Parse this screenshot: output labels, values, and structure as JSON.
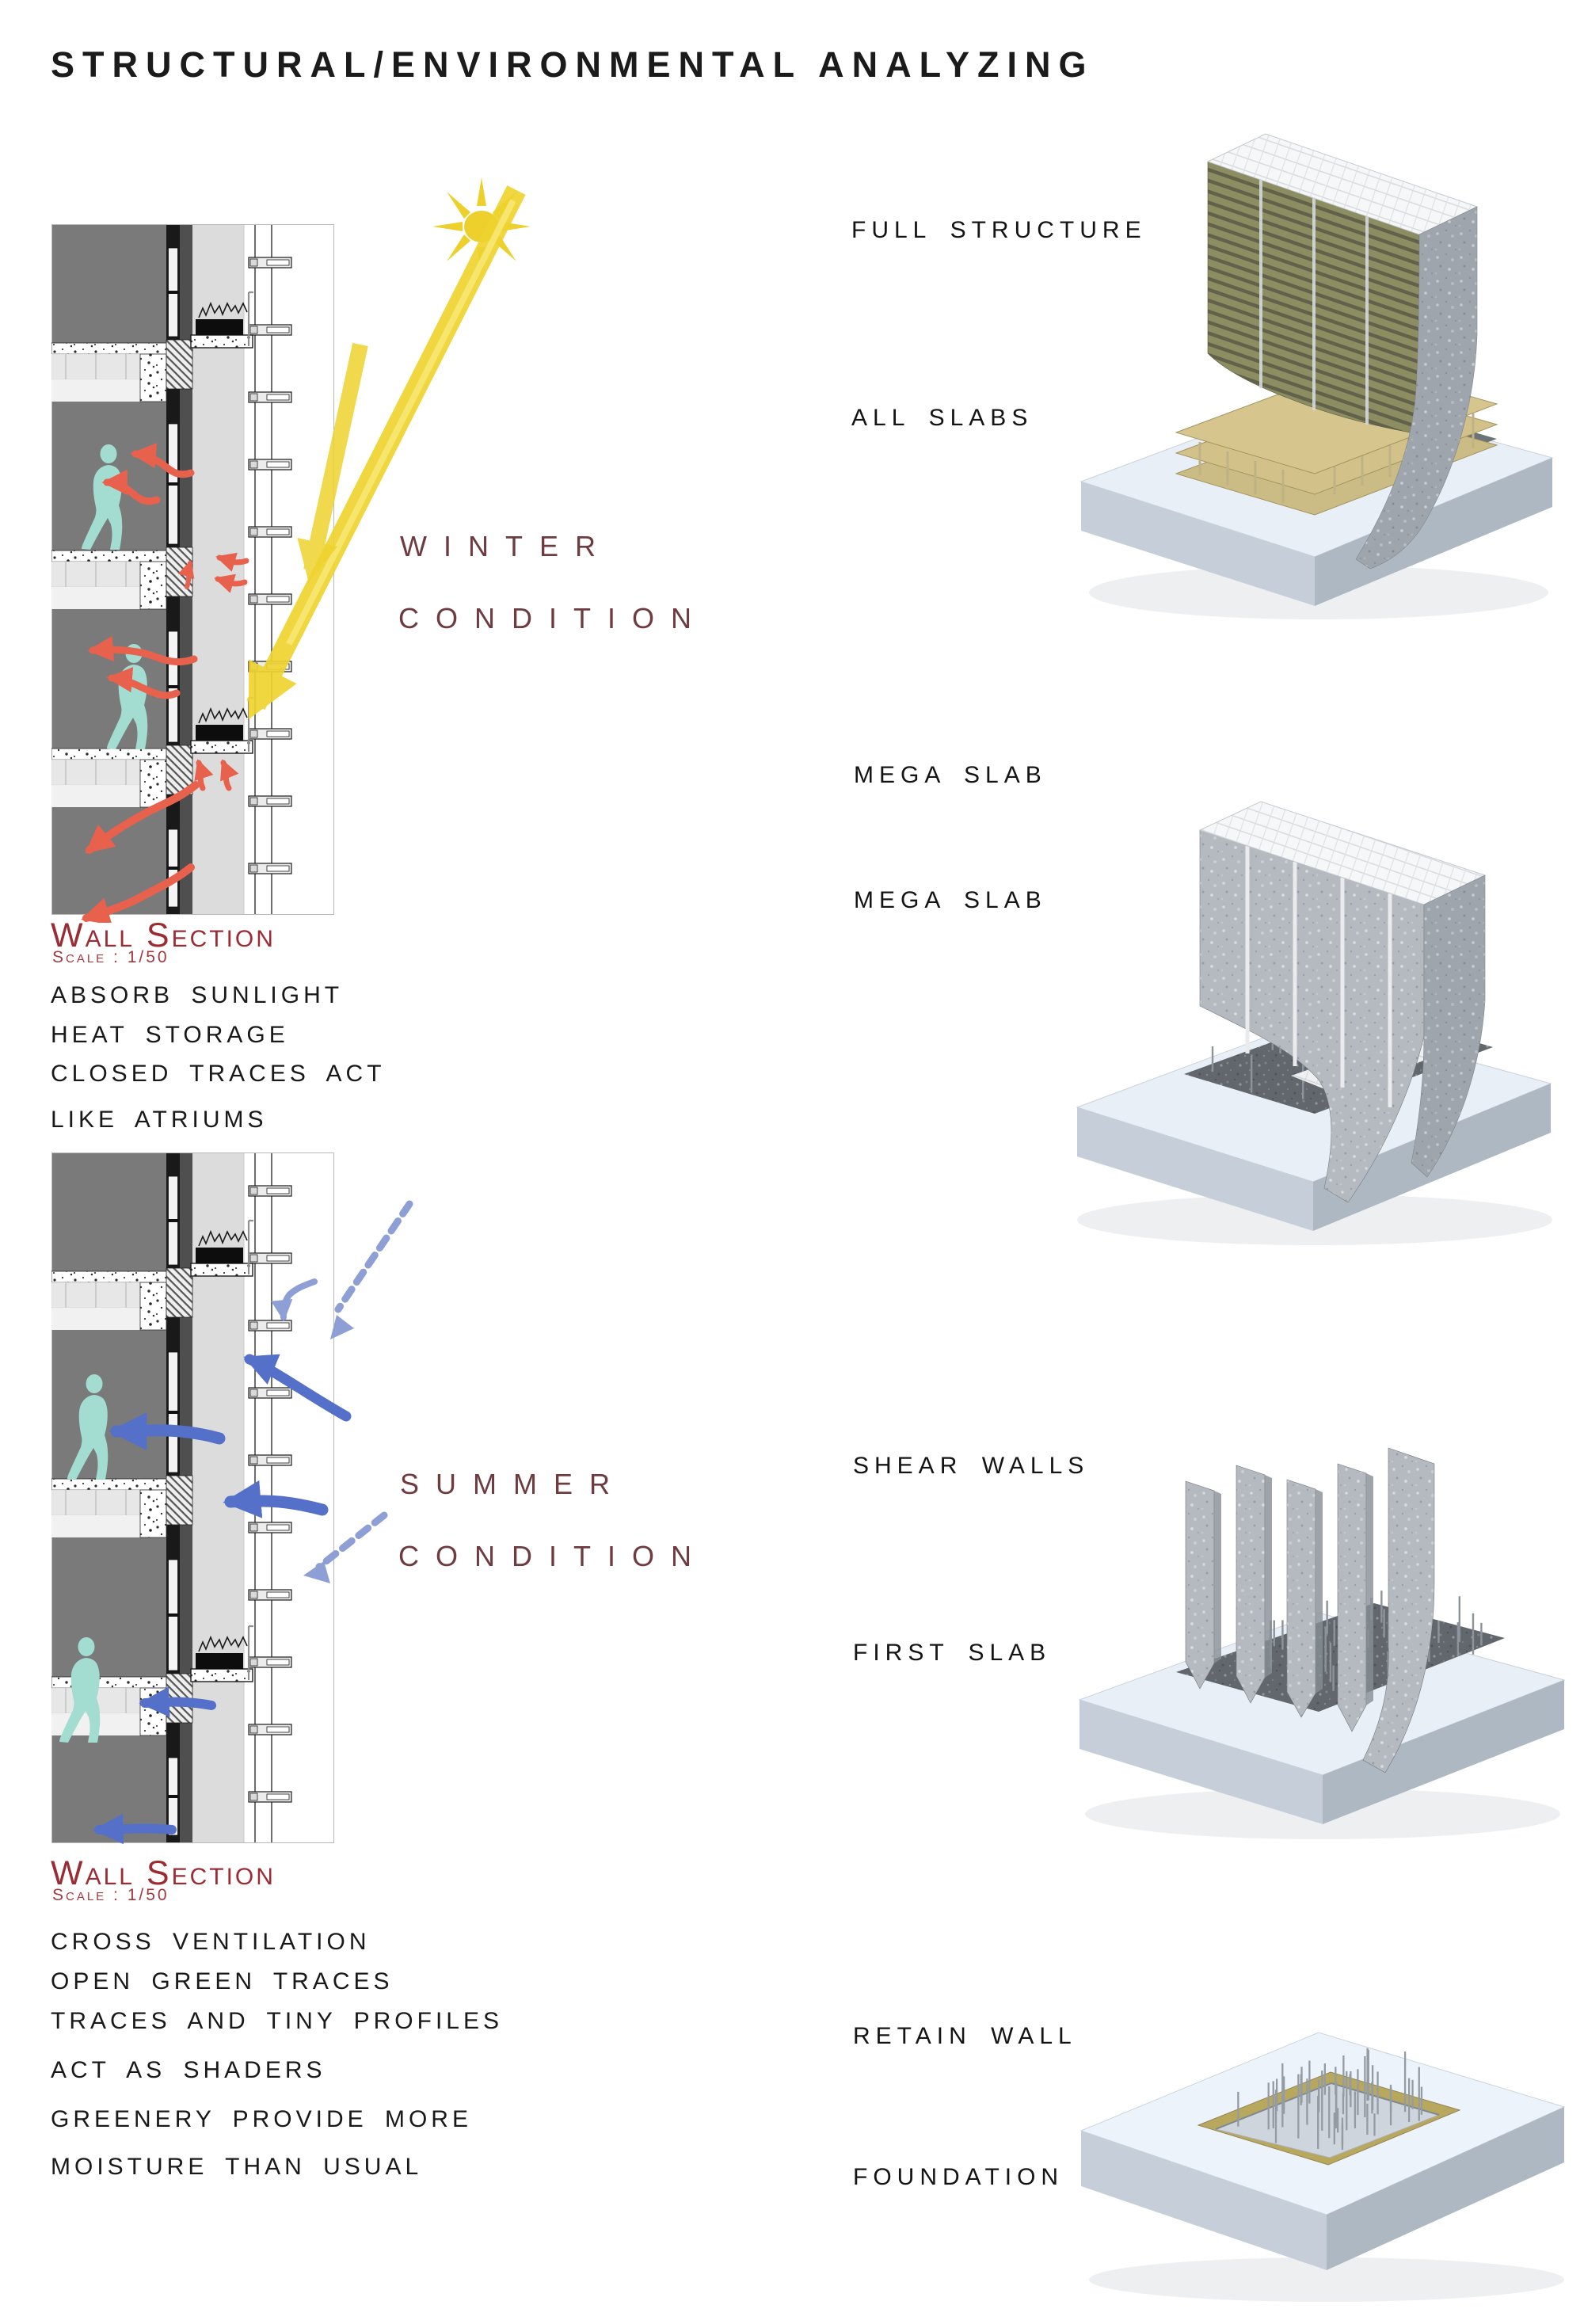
{
  "title": "STRUCTURAL/ENVIRONMENTAL ANALYZING",
  "winter": {
    "condition_line1": "WINTER",
    "condition_line2": "CONDITION",
    "section_title": "Wall Section",
    "section_scale": "Scale : 1/50",
    "notes": [
      "ABSORB SUNLIGHT",
      "HEAT STORAGE",
      "CLOSED TRACES ACT",
      "LIKE ATRIUMS"
    ]
  },
  "summer": {
    "condition_line1": "SUMMER",
    "condition_line2": "CONDITION",
    "section_title": "Wall Section",
    "section_scale": "Scale : 1/50",
    "notes": [
      "CROSS VENTILATION",
      "OPEN GREEN TRACES",
      "TRACES AND TINY PROFILES",
      "ACT AS SHADERS",
      "GREENERY PROVIDE MORE",
      "MOISTURE THAN USUAL"
    ]
  },
  "structure_sequence": [
    {
      "id": "full-structure",
      "labels": [
        "FULL STRUCTURE",
        "ALL SLABS"
      ]
    },
    {
      "id": "mega-slab",
      "labels": [
        "MEGA SLAB",
        "MEGA SLAB"
      ]
    },
    {
      "id": "shear-walls",
      "labels": [
        "SHEAR WALLS",
        "FIRST SLAB"
      ]
    },
    {
      "id": "foundation",
      "labels": [
        "RETAIN WALL",
        "FOUNDATION"
      ]
    }
  ],
  "icons": {
    "sun": "sun-icon"
  },
  "colors": {
    "title_text": "#1b1b1b",
    "condition_heading": "#6e3c40",
    "wall_section_heading": "#9c2c34",
    "scale_text": "#a23840",
    "note_text": "#191919",
    "sun_yellow": "#edd02b",
    "winter_ray_yellow": "#efd32f",
    "winter_heat_red": "#e8614d",
    "summer_air_blue": "#5470c8",
    "summer_air_blue_light": "#8e9fd6",
    "person_teal": "#a3ddd1",
    "room_gray": "#7a7a7a",
    "cavity_gray": "#dcdcdc",
    "plinth_top": "#e9eff6",
    "concrete_gray": "#a2a8af",
    "slab_olive": "#8e8e63",
    "podium_tan": "#d6c68e",
    "foundation_pit_tan": "#b7a85e"
  }
}
